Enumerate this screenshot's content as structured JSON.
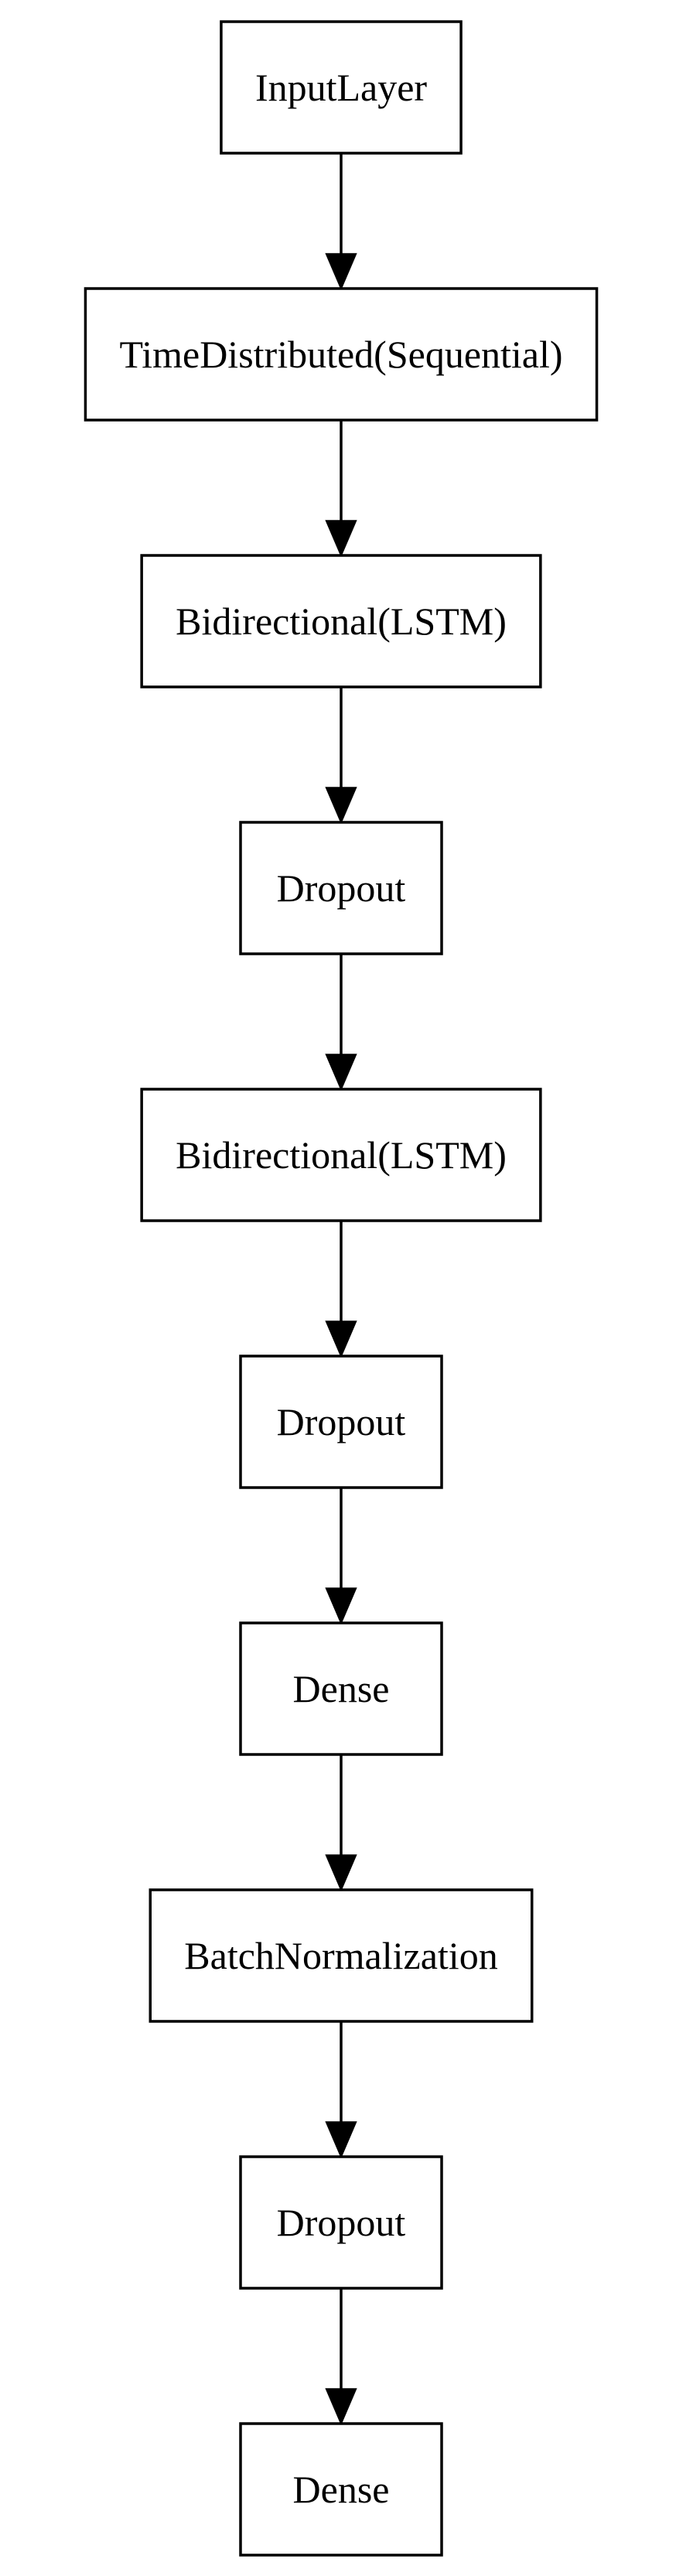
{
  "diagram": {
    "nodes": [
      {
        "id": "n0",
        "label": "InputLayer"
      },
      {
        "id": "n1",
        "label": "TimeDistributed(Sequential)"
      },
      {
        "id": "n2",
        "label": "Bidirectional(LSTM)"
      },
      {
        "id": "n3",
        "label": "Dropout"
      },
      {
        "id": "n4",
        "label": "Bidirectional(LSTM)"
      },
      {
        "id": "n5",
        "label": "Dropout"
      },
      {
        "id": "n6",
        "label": "Dense"
      },
      {
        "id": "n7",
        "label": "BatchNormalization"
      },
      {
        "id": "n8",
        "label": "Dropout"
      },
      {
        "id": "n9",
        "label": "Dense"
      }
    ],
    "edges": [
      {
        "from": "n0",
        "to": "n1"
      },
      {
        "from": "n1",
        "to": "n2"
      },
      {
        "from": "n2",
        "to": "n3"
      },
      {
        "from": "n3",
        "to": "n4"
      },
      {
        "from": "n4",
        "to": "n5"
      },
      {
        "from": "n5",
        "to": "n6"
      },
      {
        "from": "n6",
        "to": "n7"
      },
      {
        "from": "n7",
        "to": "n8"
      },
      {
        "from": "n8",
        "to": "n9"
      }
    ]
  }
}
